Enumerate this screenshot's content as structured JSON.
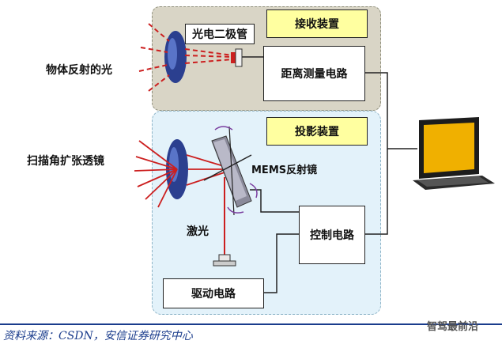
{
  "labels": {
    "reflected_light": "物体反射的光",
    "scan_lens": "扫描角扩张透镜",
    "photodiode": "光电二极管",
    "receiver": "接收装置",
    "distance_circuit": "距离测量电路",
    "projector": "投影装置",
    "mems": "MEMS反射镜",
    "laser": "激光",
    "control_circuit": "控制电路",
    "drive_circuit": "驱动电路"
  },
  "caption": "资料来源：CSDN，安信证券研究中心",
  "brand": "智驾最前沿",
  "colors": {
    "top_panel": "#d9d5c6",
    "bottom_panel": "#e3f2fa",
    "highlight_box": "#ffffa0",
    "laser": "#cc1f1f",
    "lens": "#2b3f8f",
    "laptop": "#f0b000"
  }
}
